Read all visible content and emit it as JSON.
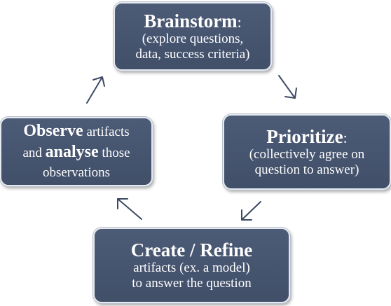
{
  "cycle": {
    "brainstorm": {
      "title": "Brainstorm",
      "colon": ":",
      "line1": "(explore questions,",
      "line2": "data, success criteria)"
    },
    "prioritize": {
      "title": "Prioritize",
      "colon": ":",
      "line1": "(collectively agree on",
      "line2": "question to answer)"
    },
    "create": {
      "title": "Create / Refine",
      "line1": "artifacts (ex. a model)",
      "line2": "to answer the question"
    },
    "observe": {
      "word1": "Observe",
      "text1": " artifacts",
      "text2": "and ",
      "word2": "analyse",
      "text3": " those",
      "line3": "observations"
    }
  },
  "colors": {
    "box_fill": "#46546e",
    "box_border": "#e6e9ef",
    "text": "#ffffff",
    "arrow": "#3d4a63"
  }
}
